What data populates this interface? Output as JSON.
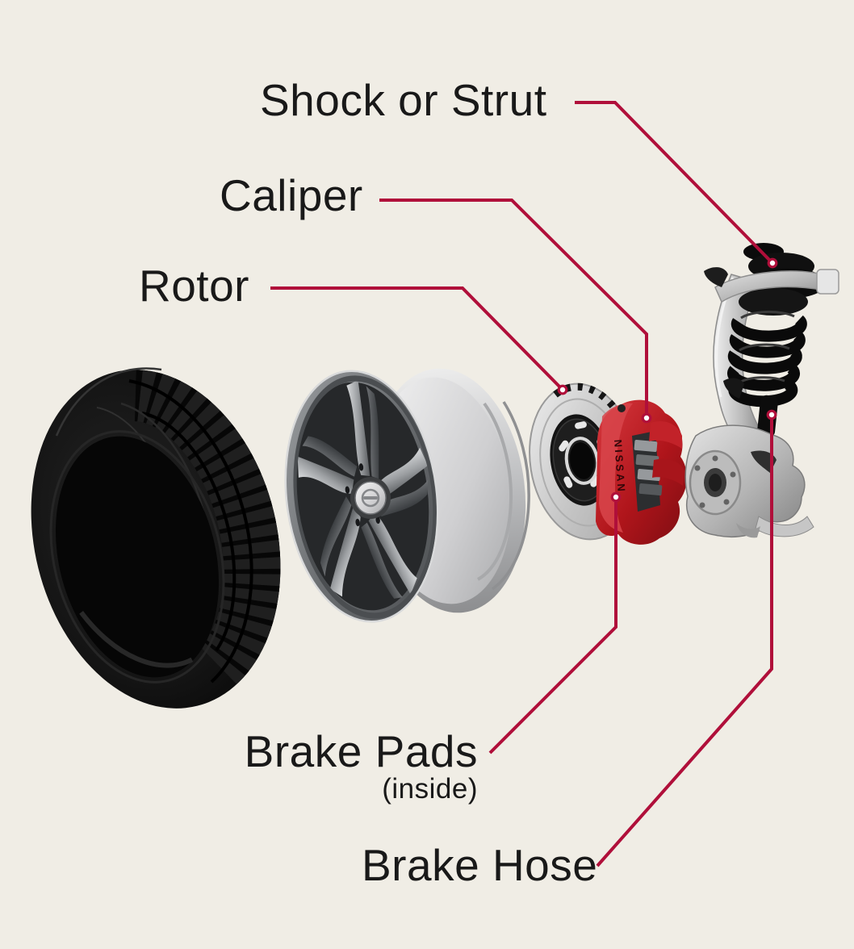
{
  "diagram": {
    "background_color": "#f0ede5",
    "leader_line_color": "#b00f3a",
    "label_text_color": "#191919",
    "labels": {
      "shock_or_strut": "Shock or Strut",
      "caliper": "Caliper",
      "rotor": "Rotor",
      "brake_pads": "Brake Pads",
      "brake_pads_note": "(inside)",
      "brake_hose": "Brake Hose"
    },
    "parts": [
      {
        "name": "tire"
      },
      {
        "name": "alloy-wheel-rim"
      },
      {
        "name": "brake-rotor-disc"
      },
      {
        "name": "brake-caliper",
        "brand_text": "NISSAN"
      },
      {
        "name": "steering-knuckle-with-shock-strut"
      }
    ]
  }
}
